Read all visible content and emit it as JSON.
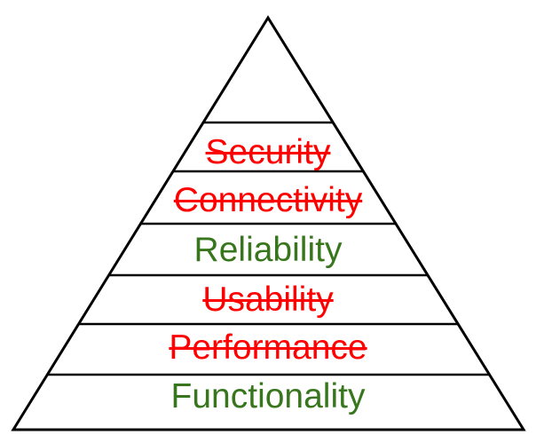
{
  "colors": {
    "ok": "#38761d",
    "struck": "#ff0000",
    "outline": "#000000"
  },
  "layers": [
    {
      "label": "Security",
      "struck": true
    },
    {
      "label": "Connectivity",
      "struck": true
    },
    {
      "label": "Reliability",
      "struck": false
    },
    {
      "label": "Usability",
      "struck": true
    },
    {
      "label": "Performance",
      "struck": true
    },
    {
      "label": "Functionality",
      "struck": false
    }
  ]
}
